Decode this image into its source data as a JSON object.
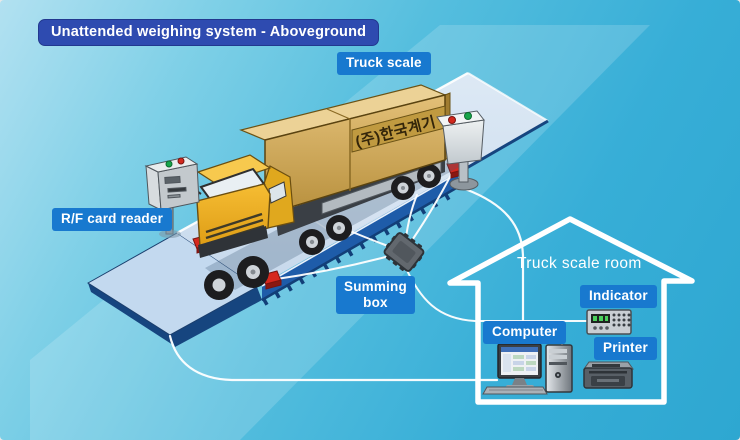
{
  "title": "Unattended weighing system - Aboveground",
  "labels": {
    "truck_scale": "Truck scale",
    "rf_card_reader": "R/F card reader",
    "summing_box_line1": "Summing",
    "summing_box_line2": "box",
    "truck_scale_room": "Truck scale room",
    "indicator": "Indicator",
    "computer": "Computer",
    "printer": "Printer"
  },
  "truck": {
    "livery_text": "(주)한국계기"
  },
  "colors": {
    "title_badge": "#2e4bb0",
    "label_badge": "#1879cf",
    "background_light": "#b2e1f1",
    "background_dark": "#2ea7d1",
    "cable": "#ffffff",
    "house_outline": "#ffffff",
    "platform_surface": "#d2e1f1",
    "platform_girder": "#1e5ca9",
    "load_cell": "#d6281e",
    "truck_cab": "#f2b42a",
    "truck_container": "#d2a755",
    "device_gray": "#c9ced3"
  }
}
